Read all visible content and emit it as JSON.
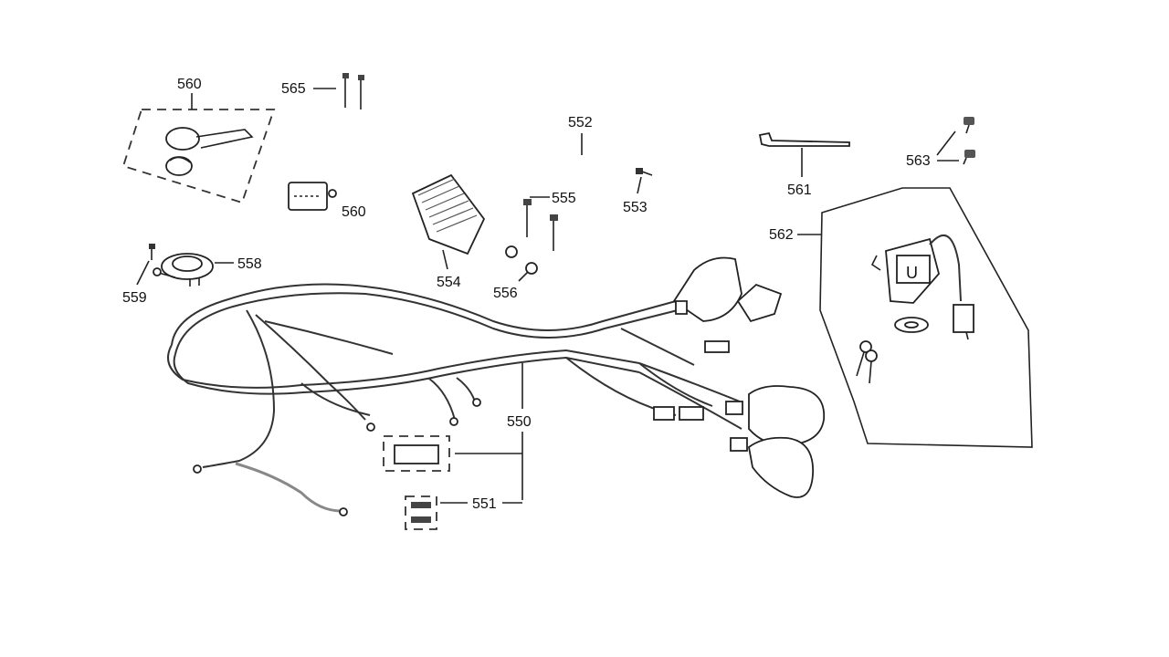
{
  "callouts": {
    "c550": "550",
    "c551": "551",
    "c552": "552",
    "c553": "553",
    "c554": "554",
    "c555": "555",
    "c556": "556",
    "c558": "558",
    "c559": "559",
    "c560a": "560",
    "c560b": "560",
    "c561": "561",
    "c562": "562",
    "c563": "563",
    "c565": "565"
  },
  "relay_mark": "U",
  "colors": {
    "line": "#222222",
    "background": "#ffffff"
  }
}
